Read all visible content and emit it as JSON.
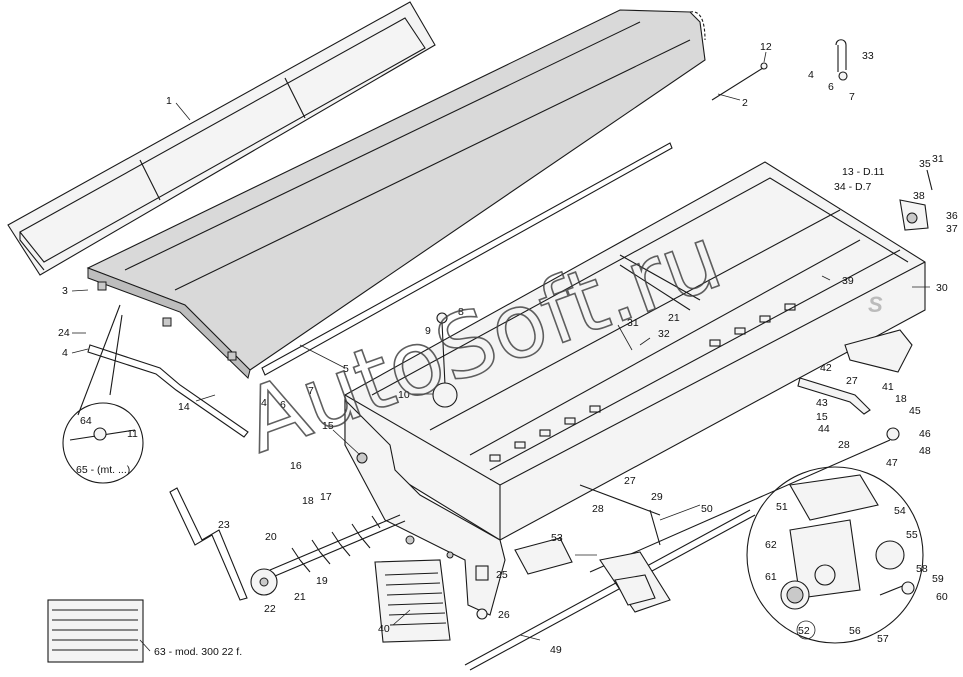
{
  "watermark": {
    "text": "AutoSoft.ru"
  },
  "hopper_logo": "S",
  "callouts": [
    {
      "id": "c1",
      "label": "1"
    },
    {
      "id": "c2",
      "label": "2"
    },
    {
      "id": "c3",
      "label": "3"
    },
    {
      "id": "c4a",
      "label": "4"
    },
    {
      "id": "c4b",
      "label": "4"
    },
    {
      "id": "c4c",
      "label": "4"
    },
    {
      "id": "c5",
      "label": "5"
    },
    {
      "id": "c6a",
      "label": "6"
    },
    {
      "id": "c6b",
      "label": "6"
    },
    {
      "id": "c7a",
      "label": "7"
    },
    {
      "id": "c7b",
      "label": "7"
    },
    {
      "id": "c8",
      "label": "8"
    },
    {
      "id": "c9",
      "label": "9"
    },
    {
      "id": "c10",
      "label": "10"
    },
    {
      "id": "c11",
      "label": "11"
    },
    {
      "id": "c12",
      "label": "12"
    },
    {
      "id": "c13",
      "label": "13 - D.11"
    },
    {
      "id": "c14",
      "label": "14"
    },
    {
      "id": "c15",
      "label": "15"
    },
    {
      "id": "c15b",
      "label": "15"
    },
    {
      "id": "c16",
      "label": "16"
    },
    {
      "id": "c17",
      "label": "17"
    },
    {
      "id": "c18a",
      "label": "18"
    },
    {
      "id": "c18b",
      "label": "18"
    },
    {
      "id": "c19",
      "label": "19"
    },
    {
      "id": "c20",
      "label": "20"
    },
    {
      "id": "c21a",
      "label": "21"
    },
    {
      "id": "c21b",
      "label": "21"
    },
    {
      "id": "c22",
      "label": "22"
    },
    {
      "id": "c23",
      "label": "23"
    },
    {
      "id": "c24",
      "label": "24"
    },
    {
      "id": "c25",
      "label": "25"
    },
    {
      "id": "c26",
      "label": "26"
    },
    {
      "id": "c27a",
      "label": "27"
    },
    {
      "id": "c27b",
      "label": "27"
    },
    {
      "id": "c28a",
      "label": "28"
    },
    {
      "id": "c28b",
      "label": "28"
    },
    {
      "id": "c29",
      "label": "29"
    },
    {
      "id": "c30",
      "label": "30"
    },
    {
      "id": "c31a",
      "label": "31"
    },
    {
      "id": "c31b",
      "label": "31"
    },
    {
      "id": "c32",
      "label": "32"
    },
    {
      "id": "c33",
      "label": "33"
    },
    {
      "id": "c34",
      "label": "34 - D.7"
    },
    {
      "id": "c35",
      "label": "35"
    },
    {
      "id": "c36",
      "label": "36"
    },
    {
      "id": "c37",
      "label": "37"
    },
    {
      "id": "c38",
      "label": "38"
    },
    {
      "id": "c39",
      "label": "39"
    },
    {
      "id": "c40",
      "label": "40"
    },
    {
      "id": "c41",
      "label": "41"
    },
    {
      "id": "c42",
      "label": "42"
    },
    {
      "id": "c43",
      "label": "43"
    },
    {
      "id": "c44",
      "label": "44"
    },
    {
      "id": "c45",
      "label": "45"
    },
    {
      "id": "c46",
      "label": "46"
    },
    {
      "id": "c47",
      "label": "47"
    },
    {
      "id": "c48",
      "label": "48"
    },
    {
      "id": "c49",
      "label": "49"
    },
    {
      "id": "c50",
      "label": "50"
    },
    {
      "id": "c51",
      "label": "51"
    },
    {
      "id": "c52",
      "label": "52"
    },
    {
      "id": "c53",
      "label": "53"
    },
    {
      "id": "c54",
      "label": "54"
    },
    {
      "id": "c55",
      "label": "55"
    },
    {
      "id": "c56",
      "label": "56"
    },
    {
      "id": "c57",
      "label": "57"
    },
    {
      "id": "c58",
      "label": "58"
    },
    {
      "id": "c59",
      "label": "59"
    },
    {
      "id": "c60",
      "label": "60"
    },
    {
      "id": "c61",
      "label": "61"
    },
    {
      "id": "c62",
      "label": "62"
    },
    {
      "id": "c63",
      "label": "63 - mod. 300 22 f."
    },
    {
      "id": "c64",
      "label": "64"
    },
    {
      "id": "c65",
      "label": "65 - (mt. ...)"
    }
  ]
}
